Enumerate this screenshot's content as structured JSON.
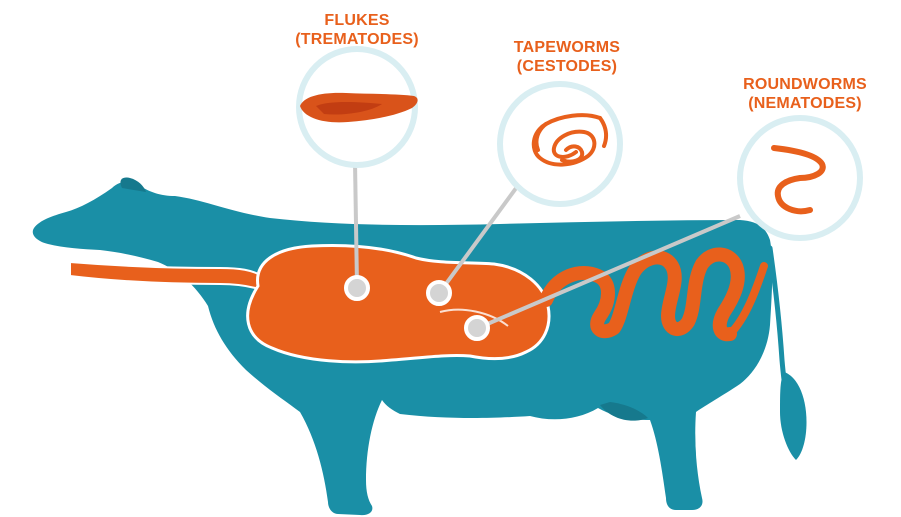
{
  "parasites": [
    {
      "id": "flukes",
      "name": "FLUKES",
      "group": "(TREMATODES)",
      "icon": "fluke-icon"
    },
    {
      "id": "tapeworms",
      "name": "TAPEWORMS",
      "group": "(CESTODES)",
      "icon": "tapeworm-icon"
    },
    {
      "id": "roundworms",
      "name": "ROUNDWORMS",
      "group": "(NEMATODES)",
      "icon": "roundworm-icon"
    }
  ],
  "colors": {
    "body": "#1a8fa6",
    "organs": "#e8601c",
    "organ_dark": "#c23d12",
    "organ_mid": "#d9531a",
    "label": "#e8601c",
    "callout_ring": "#d9eef2",
    "callout_line": "#c9c9c9",
    "dot": "#d4d4d4",
    "outline": "#ffffff"
  }
}
